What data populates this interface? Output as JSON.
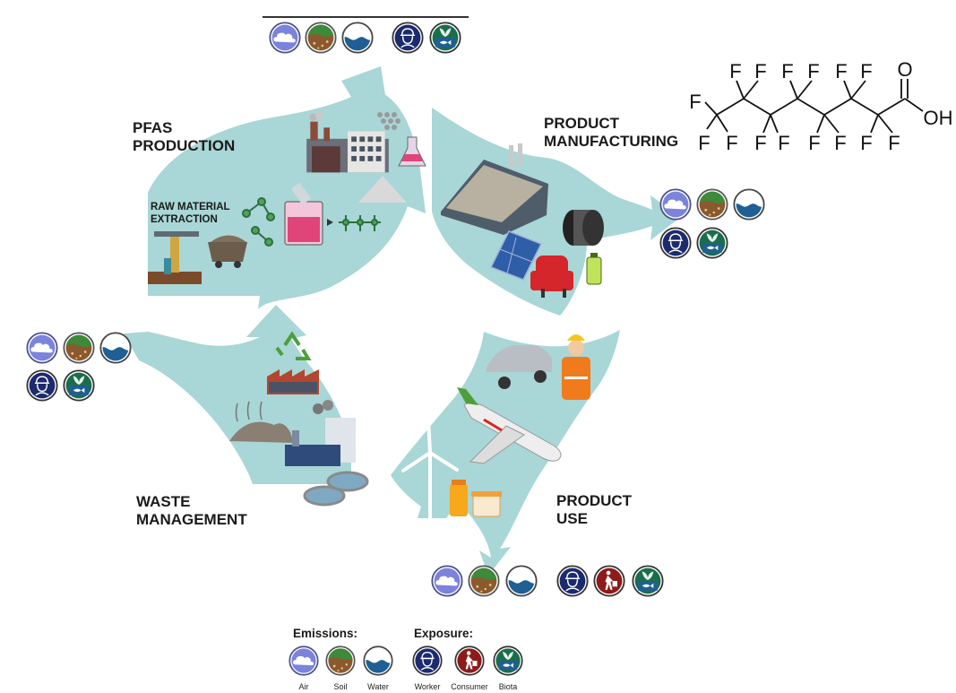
{
  "stages": {
    "pfas_production": [
      "PFAS",
      "PRODUCTION"
    ],
    "raw_material_extraction": [
      "RAW MATERIAL",
      "EXTRACTION"
    ],
    "product_manufacturing": [
      "PRODUCT",
      "MANUFACTURING"
    ],
    "product_use": [
      "PRODUCT",
      "USE"
    ],
    "waste_management": [
      "WASTE",
      "MANAGEMENT"
    ]
  },
  "molecule": {
    "atom_f": "F",
    "atom_o": "O",
    "group_oh": "OH"
  },
  "legend": {
    "emissions_title": "Emissions:",
    "exposure_title": "Exposure:",
    "air": "Air",
    "soil": "Soil",
    "water": "Water",
    "worker": "Worker",
    "consumer": "Consumer",
    "biota": "Biota"
  },
  "colors": {
    "arrow_fill": "#a9d6d6",
    "air": "#7b83dc",
    "soil": "#3c8a3a",
    "water": "#1f5f93",
    "worker": "#1c2a6e",
    "consumer": "#8e1b1b",
    "biota": "#1a6e4e"
  }
}
